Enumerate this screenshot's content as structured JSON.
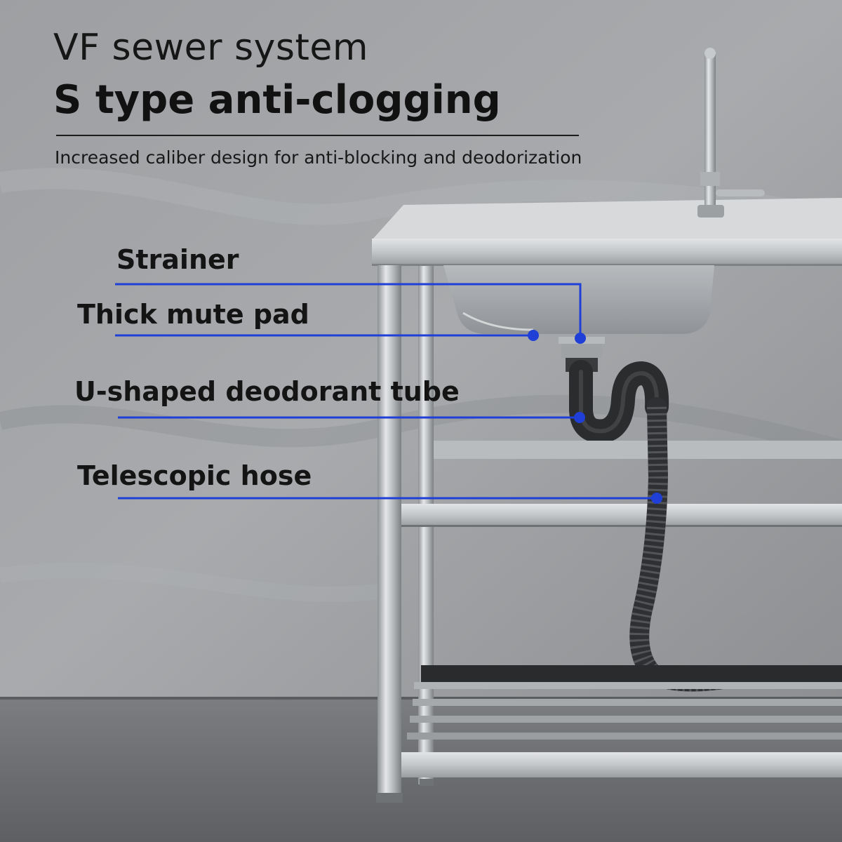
{
  "header": {
    "title_line1": "VF sewer system",
    "title_line2": "S type anti-clogging",
    "subtitle": "Increased caliber design for anti-blocking and deodorization"
  },
  "callouts": [
    {
      "label": "Strainer"
    },
    {
      "label": "Thick mute pad"
    },
    {
      "label": "U-shaped deodorant tube"
    },
    {
      "label": "Telescopic hose"
    }
  ],
  "colors": {
    "callout_line": "#1f3fd6",
    "wall": "#9a9c9f",
    "floor": "#6f7174",
    "steel": "#c9cbcd",
    "pipe": "#2b2c2e"
  }
}
